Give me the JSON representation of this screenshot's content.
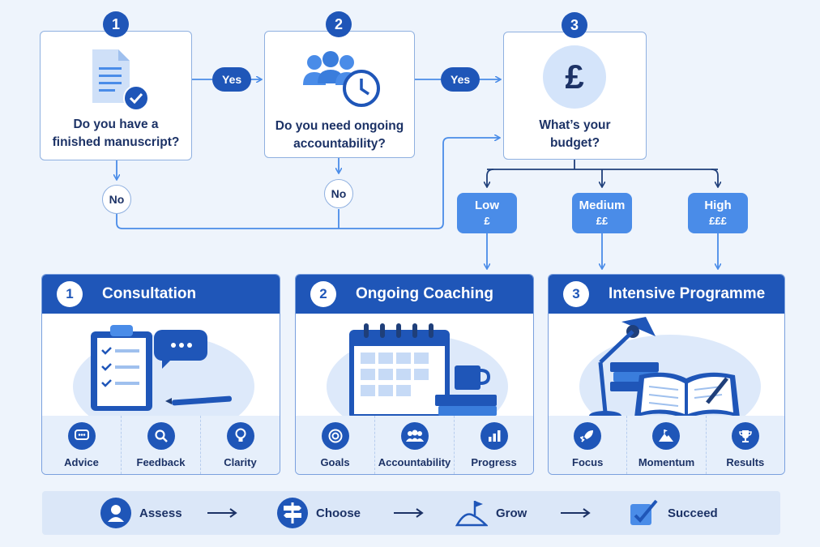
{
  "questions": [
    {
      "num": "1",
      "line1": "Do you have a",
      "line2": "finished manuscript?"
    },
    {
      "num": "2",
      "line1": "Do you need ongoing",
      "line2": "accountability?"
    },
    {
      "num": "3",
      "line1": "What’s your",
      "line2": "budget?"
    }
  ],
  "answers": {
    "yes": "Yes",
    "no": "No"
  },
  "budget": [
    {
      "level": "Low",
      "symbol": "£"
    },
    {
      "level": "Medium",
      "symbol": "££"
    },
    {
      "level": "High",
      "symbol": "£££"
    }
  ],
  "currency_symbol": "£",
  "cards": [
    {
      "num": "1",
      "title": "Consultation",
      "features": [
        "Advice",
        "Feedback",
        "Clarity"
      ]
    },
    {
      "num": "2",
      "title": "Ongoing Coaching",
      "features": [
        "Goals",
        "Accountability",
        "Progress"
      ]
    },
    {
      "num": "3",
      "title": "Intensive Programme",
      "features": [
        "Focus",
        "Momentum",
        "Results"
      ]
    }
  ],
  "steps": [
    "Assess",
    "Choose",
    "Grow",
    "Succeed"
  ],
  "colors": {
    "primary": "#1f56b8",
    "accent": "#4a8ce8",
    "light": "#dbe7f8",
    "background": "#eef4fc"
  },
  "icons": {
    "q1": "manuscript-check-icon",
    "q2": "people-clock-icon",
    "q3": "pound-icon",
    "features": [
      "chat-icon",
      "magnifier-icon",
      "lightbulb-icon",
      "target-icon",
      "team-icon",
      "bar-chart-icon",
      "rocket-icon",
      "mountain-flag-icon",
      "trophy-icon"
    ],
    "steps": [
      "person-icon",
      "signpost-icon",
      "hill-flag-icon",
      "pencil-check-icon"
    ]
  }
}
